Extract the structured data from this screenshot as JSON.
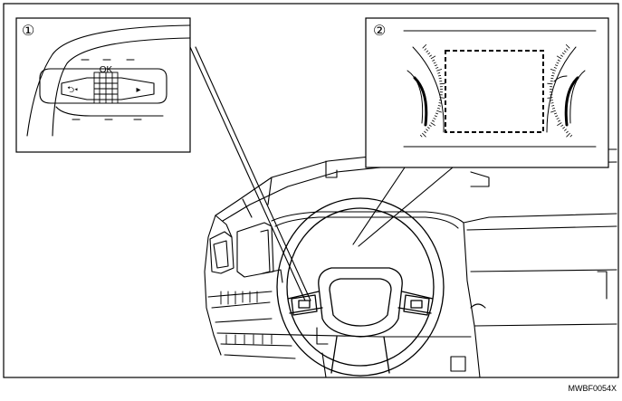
{
  "figure_code": "MWBF0054X",
  "callouts": [
    {
      "number": "1",
      "glyph": "①"
    },
    {
      "number": "2",
      "glyph": "②"
    }
  ],
  "switch": {
    "ok_label": "OK",
    "back_label": "⮌◂",
    "forward_label": "▸"
  }
}
